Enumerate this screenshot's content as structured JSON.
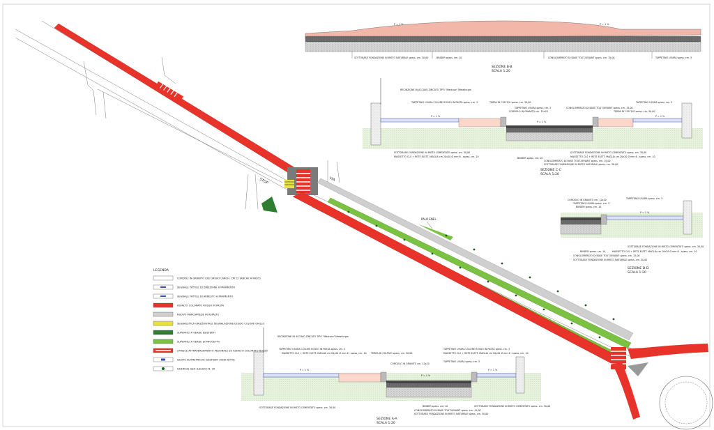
{
  "legend": {
    "title": "LEGENDA",
    "items": [
      {
        "label": "CORDOLI IN GRANITO CEE GRIGIO LARGH. CM 12 (ANCHE A RASO)",
        "swatch": "curb",
        "color": "#ffffff"
      },
      {
        "label": "SEGNALE TATTILE DI DIREZIONE A PAVIMENTO",
        "swatch": "tactile-direction",
        "color": "#3b4fb3"
      },
      {
        "label": "SEGNALE TATTILE DI ARRESTO A PAVIMENTO",
        "swatch": "tactile-stop",
        "color": "#3b4fb3"
      },
      {
        "label": "ASFALTO COLORATO ROSSO IN PASTA",
        "swatch": "fill",
        "color": "#e8332b"
      },
      {
        "label": "NUOVO MARCIAPIEDE IN ASFALTO",
        "swatch": "fill",
        "color": "#cfcfcf"
      },
      {
        "label": "SEGNALETICA ORIZZONTALE SEGNALAZIONE DOSSO COLORE GIALLO",
        "swatch": "yellow",
        "color": "#e9e23a"
      },
      {
        "label": "SUPERFICI A VERDE ESISTENTI",
        "swatch": "fill",
        "color": "#2e7d32"
      },
      {
        "label": "SUPERFICI A VERDE DI PROGETTO",
        "swatch": "fill",
        "color": "#7cc242"
      },
      {
        "label": "STRISCE ATTRAVERSAMENTO PEDONALE SU ASFALTO COLORATO ROSSO",
        "swatch": "crossing",
        "color": "#e8332b"
      },
      {
        "label": "QUOTE ALTIMETRICHE ESISTENTI (VEDI NOTA)",
        "swatch": "quote",
        "color": "#3b4fb3"
      },
      {
        "label": "QUERCUS ILEX (LECCIO) N. 39",
        "swatch": "tree",
        "color": "#1b5e20"
      }
    ]
  },
  "plan": {
    "palo_label": "PALO ENEL",
    "street_label_1": "STOP",
    "street_label_2": "VIA"
  },
  "sections": {
    "bb": {
      "title": "SEZIONE B-B",
      "scale": "SCALA 1:20",
      "slope_left": "P = 1 %",
      "slope_right": "P = 1 %",
      "labels": [
        "SOTTOBASE FONDAZIONE IN MISTO NATURALE spess. cm. 30,00",
        "BINDER spess. cm. 10",
        "CONGLOMERATO DI BASE TOUT-VENANT spess. cm. 15,00",
        "TAPPETINO USURA spess. cm. 3"
      ]
    },
    "cc": {
      "title": "SEZIONE C-C",
      "scale": "SCALA 1:20",
      "top_labels": [
        "RECINZIONE IN ACCIAIO ZINCATO TIPO \"Mantovo\" Metallurgia",
        "TAPPETINO USURA COLORE ROSSO IN PASTA spess. cm. 3",
        "TERRA DI COLTIVO spess. cm. 30,00",
        "TAPPETINO USURA spess. cm. 3",
        "CORDOLO IN GRANITO cm. 12x20",
        "CONGLOMERATO DI BASE TOUT-VENANT spess. cm. 15,00",
        "TERRA DI COLTIVO spess. cm. 30,00",
        "TAPPETINO USURA spess. cm. 3"
      ],
      "bottom_labels": [
        "SOTTOBASE FONDAZIONE IN MISTO CEMENTATO spess. cm. 30,00",
        "MASSETTO CLS + RETE ELETT. MAGLIA cm 20x20 Ø mm 6 - spess. cm. 10",
        "BINDER spess. cm. 10",
        "SOTTOBASE FONDAZIONE IN MISTO CEMENTATO spess. cm. 30,00",
        "MASSETTO CLS + RETE ELETT. MAGLIA cm 20x20 Ø mm 6 - spess. cm. 10",
        "CONGLOMERATO DI BASE TOUT-VENANT spess. cm. 15,00",
        "SOTTOBASE FONDAZIONE IN MISTO NATURALE spess. cm. 30,00"
      ],
      "slopes": [
        "P = 1 %",
        "P = 1 %",
        "P = 1 %"
      ]
    },
    "dd": {
      "title": "SEZIONE D-D",
      "scale": "SCALA 1:20",
      "top_labels": [
        "CORDOLO IN GRANITO cm. 12x20",
        "TAPPETINO USURA spess. cm. 3",
        "BINDER spess. cm. 10",
        "TAPPETINO USURA spess. cm. 3"
      ],
      "bottom_labels": [
        "SOTTOBASE FONDAZIONE IN MISTO CEMENTATO spess. cm. 30,00",
        "BINDER spess. cm. 10",
        "MASSETTO CLS + RETE ELETT. MAGLIA cm 20x20 Ø mm 6 - spess. cm. 10",
        "CONGLOMERATO DI BASE TOUT-VENANT spess. cm. 15,00",
        "SOTTOBASE FONDAZIONE IN MISTO NATURALE spess. cm. 30,00"
      ],
      "slope": "P = 1 %"
    },
    "aa": {
      "title": "SEZIONE A-A",
      "scale": "SCALA 1:20",
      "top_labels": [
        "RECINZIONE IN ACCIAIO ZINCATO TIPO \"Mantovo\" Metallurgia",
        "TAPPETINO USURA COLORE ROSSO IN PASTA spess. cm. 3",
        "MASSETTO CLS + RETE ELETT. MAGLIA cm 20x20 Ø mm 6 - spess. cm. 10",
        "TERRA DI COLTIVO spess. cm. 30,00",
        "CORDOLO IN GRANITO cm. 12x20",
        "TAPPETINO USURA spess. cm. 3",
        "TAPPETINO USURA COLORE ROSSO IN PASTA spess. cm. 3",
        "MASSETTO CLS + RETE ELETT. MAGLIA cm 20x20 Ø mm 6 - spess. cm. 10"
      ],
      "bottom_labels": [
        "SOTTOBASE FONDAZIONE IN MISTO CEMENTATO spess. cm. 30,00",
        "BINDER spess. cm. 10",
        "CONGLOMERATO DI BASE TOUT-VENANT spess. cm. 15,00",
        "SOTTOBASE FONDAZIONE IN MISTO NATURALE spess. cm. 30,00",
        "SOTTOBASE FONDAZIONE IN MISTO CEMENTATO spess. cm. 30,00"
      ],
      "slopes": [
        "P = 1 %",
        "P = 1 %",
        "P = 1 %"
      ]
    }
  },
  "colors": {
    "red": "#e8332b",
    "green_existing": "#2e7d32",
    "green_project": "#7cc242",
    "grey_sidewalk": "#cfcfcf",
    "yellow": "#e9e23a",
    "blue": "#3b4fb3",
    "ground": "#e6f2dc"
  }
}
